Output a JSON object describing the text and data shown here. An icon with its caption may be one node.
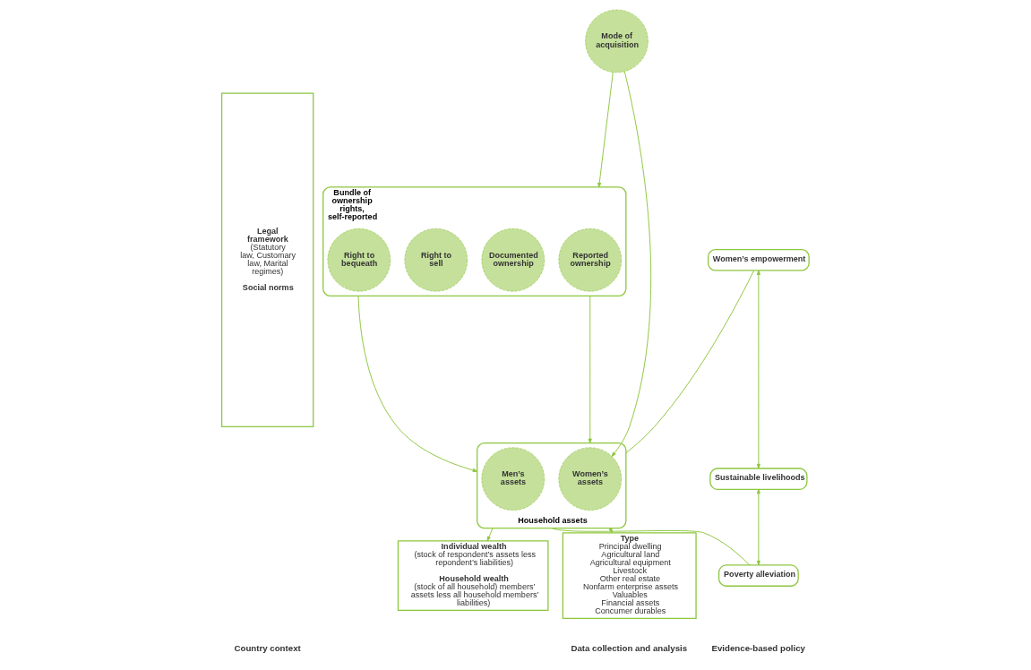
{
  "diagram": {
    "nodes": [
      {
        "text": [
          "Legal framework",
          "(Statutory law, Customary law, Marital regimes)",
          "Social norms"
        ]
      },
      {
        "text": [
          "Bundle of ownership rights, self-reported"
        ]
      },
      {
        "text": [
          "Reported ownership"
        ],
        "in": 1
      },
      {
        "text": [
          "Documented ownership"
        ],
        "in": 1
      },
      {
        "text": [
          "Right to sell"
        ],
        "in": 1
      },
      {
        "text": [
          "Right to bequeath"
        ],
        "in": 1
      },
      {
        "text": [
          "Household assets"
        ]
      },
      {
        "text": [
          "Mode of acquisition"
        ]
      },
      {
        "text": [
          "Women’s assets"
        ],
        "in": 6
      },
      {
        "text": [
          "Men’s assets"
        ],
        "in": 6
      },
      {
        "text": [
          "Type",
          "Principal dwelling",
          "Agricultural land",
          "Agricultural equipment",
          "Livestock",
          "Other real estate",
          "Nonfarm enterprise assets",
          "Valuables",
          "Financial assets",
          "Concumer durables"
        ]
      },
      {
        "text": [
          "Individual wealth",
          "(stock of respondent’s assets less repondent’s liabilities)",
          "Household wealth",
          "(stock of all household) members’ assets less all household members’ liabilities)"
        ]
      },
      {
        "text": [
          "Women’s empowerment"
        ]
      },
      {
        "text": [
          "Sustainable livelihoods"
        ]
      },
      {
        "text": [
          "Poverty alleviation"
        ]
      }
    ],
    "edges": [
      {
        "from": 1,
        "to": 6,
        "arrow": "to"
      },
      {
        "from": 1,
        "to": 6,
        "arrow": "to"
      },
      {
        "from": 7,
        "to": 1,
        "arrow": "to"
      },
      {
        "from": 7,
        "to": 8,
        "arrow": "to"
      },
      {
        "from": 6,
        "to": 10,
        "arrow": "to"
      },
      {
        "from": 6,
        "to": 11,
        "arrow": "to"
      },
      {
        "from": 6,
        "to": 12,
        "arrow": "none"
      },
      {
        "from": 6,
        "to": 14,
        "arrow": "none"
      },
      {
        "from": 12,
        "to": 13,
        "arrow": "both"
      },
      {
        "from": 13,
        "to": 14,
        "arrow": "both"
      }
    ],
    "labels": [
      "Country context",
      "Data collection and analysis",
      "Evidence-based policy"
    ]
  }
}
